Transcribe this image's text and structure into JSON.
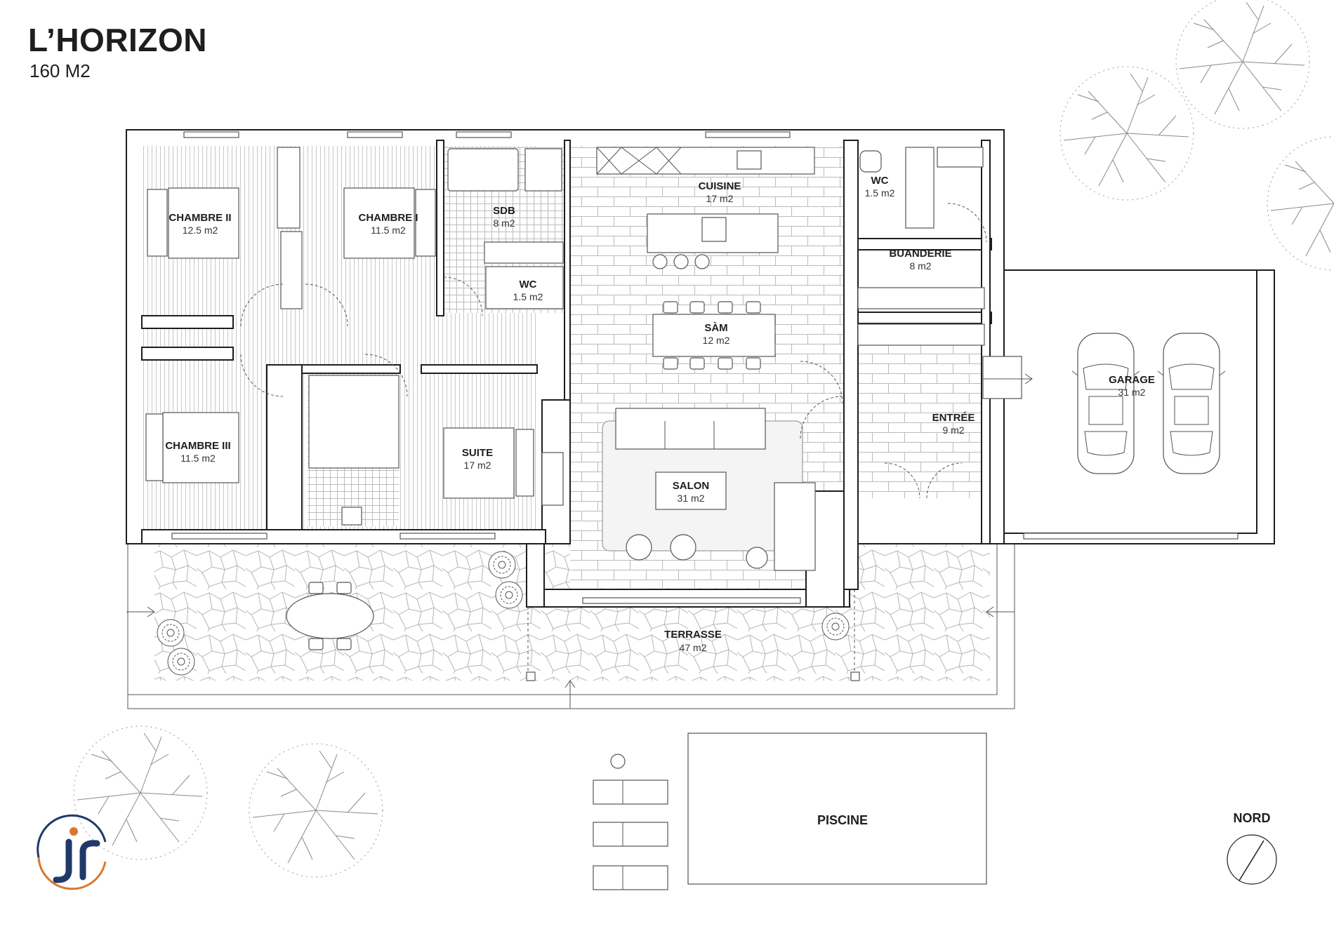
{
  "header": {
    "title": "L’HORIZON",
    "area": "160 M2"
  },
  "rooms": [
    {
      "id": "chambre-ii",
      "name": "CHAMBRE II",
      "area": "12.5 m2"
    },
    {
      "id": "chambre-i",
      "name": "CHAMBRE I",
      "area": "11.5 m2"
    },
    {
      "id": "sdb",
      "name": "SDB",
      "area": "8 m2"
    },
    {
      "id": "wc-bath",
      "name": "WC",
      "area": "1.5 m2"
    },
    {
      "id": "cuisine",
      "name": "CUISINE",
      "area": "17 m2"
    },
    {
      "id": "wc",
      "name": "WC",
      "area": "1.5 m2"
    },
    {
      "id": "buanderie",
      "name": "BUANDERIE",
      "area": "8 m2"
    },
    {
      "id": "sam",
      "name": "SÀM",
      "area": "12 m2"
    },
    {
      "id": "chambre-iii",
      "name": "CHAMBRE III",
      "area": "11.5 m2"
    },
    {
      "id": "suite",
      "name": "SUITE",
      "area": "17 m2"
    },
    {
      "id": "salon",
      "name": "SALON",
      "area": "31 m2"
    },
    {
      "id": "entree",
      "name": "ENTRÉE",
      "area": "9 m2"
    },
    {
      "id": "garage",
      "name": "GARAGE",
      "area": "31 m2"
    },
    {
      "id": "terrasse",
      "name": "TERRASSE",
      "area": "47 m2"
    }
  ],
  "outdoor": {
    "pool": "PISCINE",
    "north": "NORD"
  },
  "logo": {
    "text": "jr",
    "blue": "#1f3a68",
    "orange": "#d9782d"
  }
}
